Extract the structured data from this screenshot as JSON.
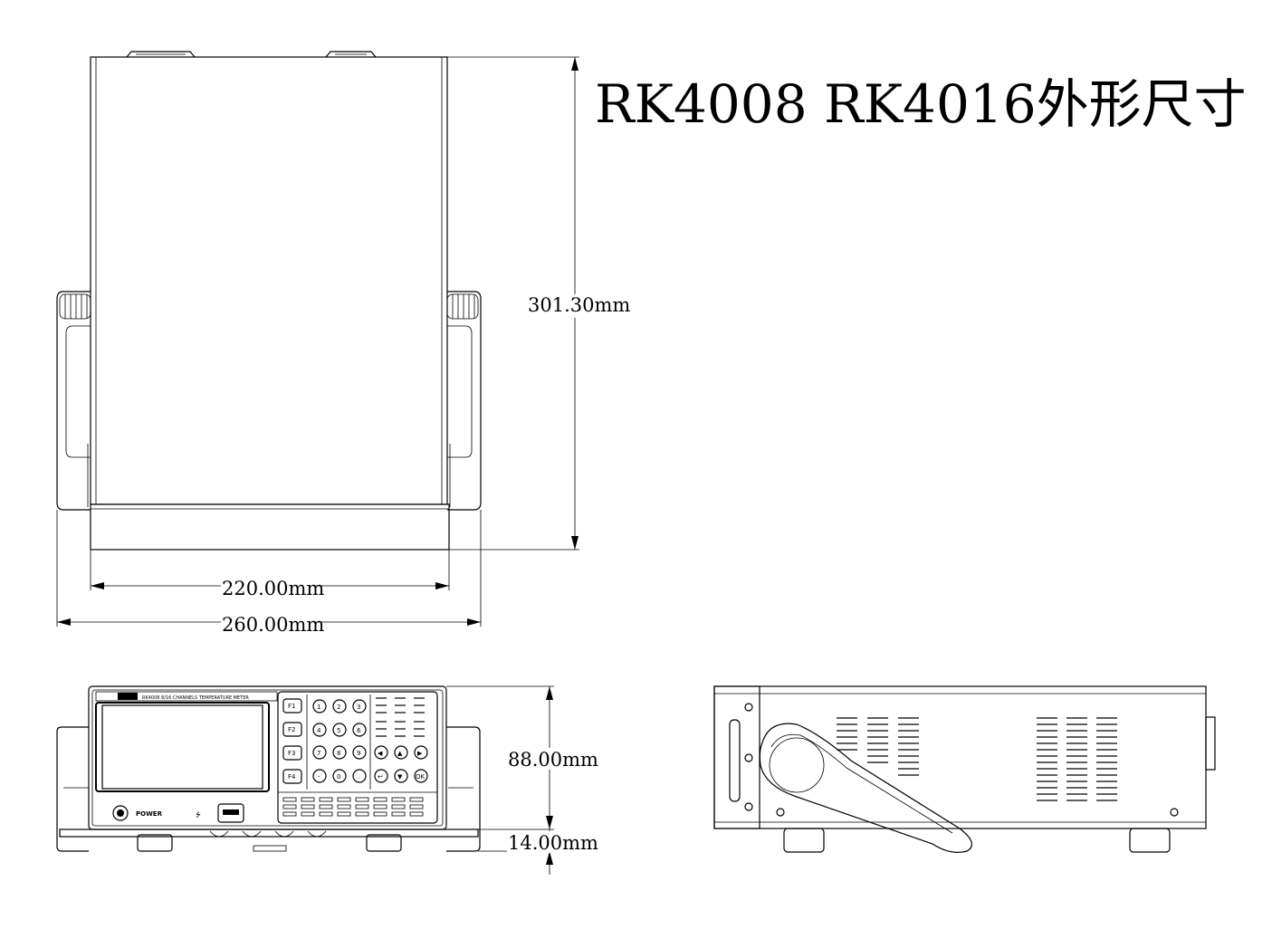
{
  "title": "RK4008 RK4016外形尺寸",
  "dimensions": {
    "depth": "301.30mm",
    "inner_width": "220.00mm",
    "outer_width": "260.00mm",
    "height": "88.00mm",
    "foot_height": "14.00mm"
  },
  "front_panel": {
    "model_text": "RK4008 8/16 CHANNELS TEMPERATURE METER",
    "power_label": "POWER",
    "usb_symbol": "⭍",
    "func_keys": [
      "F1",
      "F2",
      "F3",
      "F4"
    ],
    "num_keys": [
      "1",
      "2",
      "3",
      "4",
      "5",
      "6",
      "7",
      "8",
      "9",
      "-",
      "0",
      "."
    ],
    "nav_keys": [
      "◀",
      "▲",
      "▶",
      "↩",
      "▼",
      "OK"
    ]
  },
  "views": [
    "top-view",
    "front-view",
    "side-view"
  ]
}
